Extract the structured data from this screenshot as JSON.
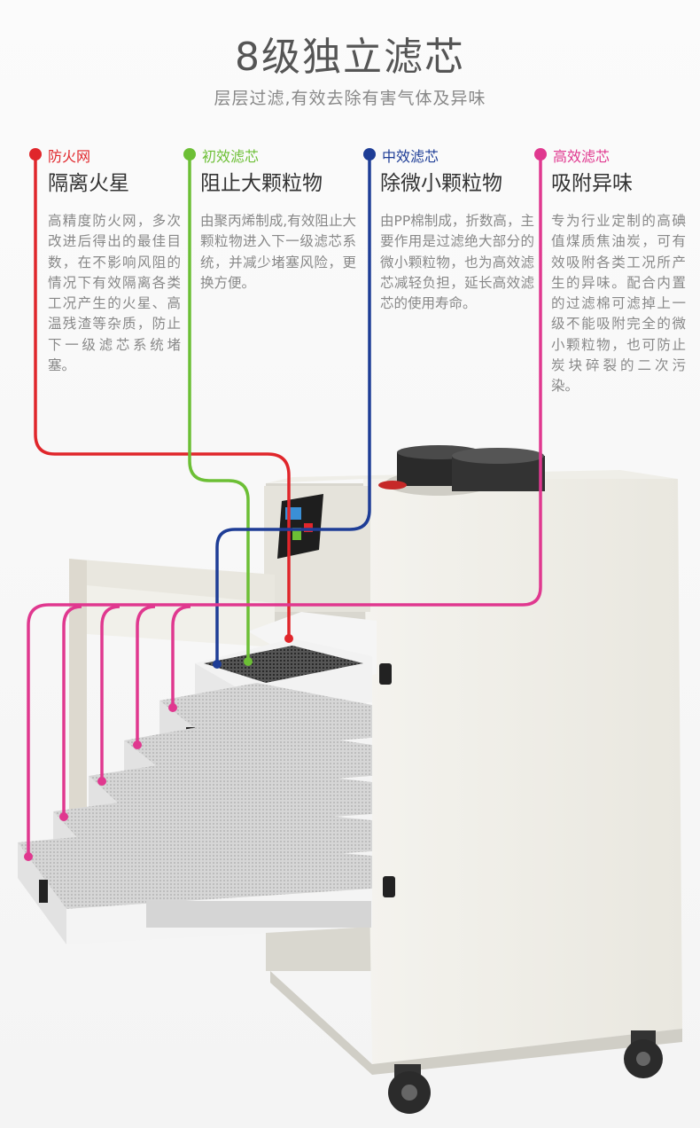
{
  "title": "8级独立滤芯",
  "subtitle": "层层过滤,有效去除有害气体及异味",
  "columns": [
    {
      "tag": "防火网",
      "heading": "隔离火星",
      "body": "高精度防火网，多次改进后得出的最佳目数，在不影响风阻的情况下有效隔离各类工况产生的火星、高温残渣等杂质，防止下一级滤芯系统堵塞。",
      "color": "#e0262b"
    },
    {
      "tag": "初效滤芯",
      "heading": "阻止大颗粒物",
      "body": "由聚丙烯制成,有效阻止大颗粒物进入下一级滤芯系统，并减少堵塞风险，更换方便。",
      "color": "#6cbf35"
    },
    {
      "tag": "中效滤芯",
      "heading": "除微小颗粒物",
      "body": "由PP棉制成，折数高，主要作用是过滤绝大部分的微小颗粒物，也为高效滤芯减轻负担，延长高效滤芯的使用寿命。",
      "color": "#1e3d96"
    },
    {
      "tag": "高效滤芯",
      "heading": "吸附异味",
      "body": "专为行业定制的高碘值煤质焦油炭，可有效吸附各类工况所产生的异味。配合内置的过滤棉可滤掉上一级不能吸附完全的微小颗粒物，也可防止炭块碎裂的二次污染。",
      "color": "#e0388f"
    }
  ],
  "colors": {
    "red": "#e0262b",
    "green": "#6cbf35",
    "blue": "#1e3d96",
    "pink": "#e0388f",
    "body": "#efede4",
    "drawer": "#f2f2f2"
  },
  "icons": [
    "round-marker-dot-icon"
  ]
}
